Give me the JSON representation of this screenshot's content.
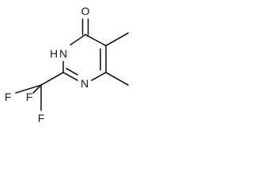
{
  "structure": {
    "atoms": {
      "oxygen": "O",
      "nh_hydrogen": "H",
      "nh_nitrogen": "N",
      "ring_nitrogen": "N",
      "fluorine_top": "F",
      "fluorine_left": "F",
      "fluorine_bottom": "F"
    },
    "colors": {
      "ink": "#1a1a1a",
      "background": "#ffffff"
    }
  }
}
